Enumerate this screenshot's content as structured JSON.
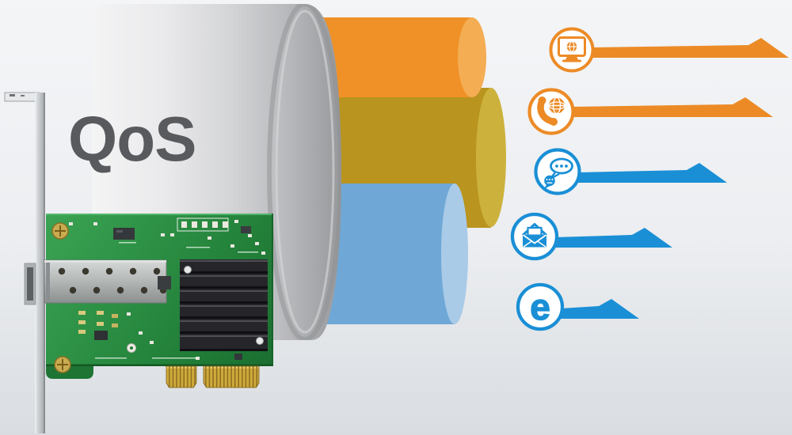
{
  "illustration": {
    "pipe_label": "QoS",
    "colors": {
      "background_top": "#f4f5f7",
      "background_bottom": "#d9dde1",
      "pipe_gray": "#c8c9cb",
      "title_text": "#595a5e",
      "orange": "#ec8b26",
      "blue": "#1a8fd6"
    },
    "streams": [
      {
        "name": "top-stream",
        "body_color": "#ef9127",
        "cap_color": "#f4ad53"
      },
      {
        "name": "middle-stream",
        "body_color": "#b9941f",
        "cap_color": "#ccb23c"
      },
      {
        "name": "bottom-stream",
        "body_color": "#6fa8d6",
        "cap_color": "#a9cbe8"
      }
    ],
    "traffic": [
      {
        "name": "video-streaming",
        "icon": "monitor-globe-icon",
        "color": "#ec8b26"
      },
      {
        "name": "voip",
        "icon": "phone-globe-icon",
        "color": "#ec8b26"
      },
      {
        "name": "messaging",
        "icon": "chat-bubbles-icon",
        "color": "#1a8fd6"
      },
      {
        "name": "email",
        "icon": "open-envelope-icon",
        "color": "#1a8fd6"
      },
      {
        "name": "web-browsing",
        "icon": "letter-e-icon",
        "color": "#1a8fd6",
        "glyph": "e"
      }
    ],
    "hardware": {
      "name": "sfp-pcie-network-card"
    }
  }
}
